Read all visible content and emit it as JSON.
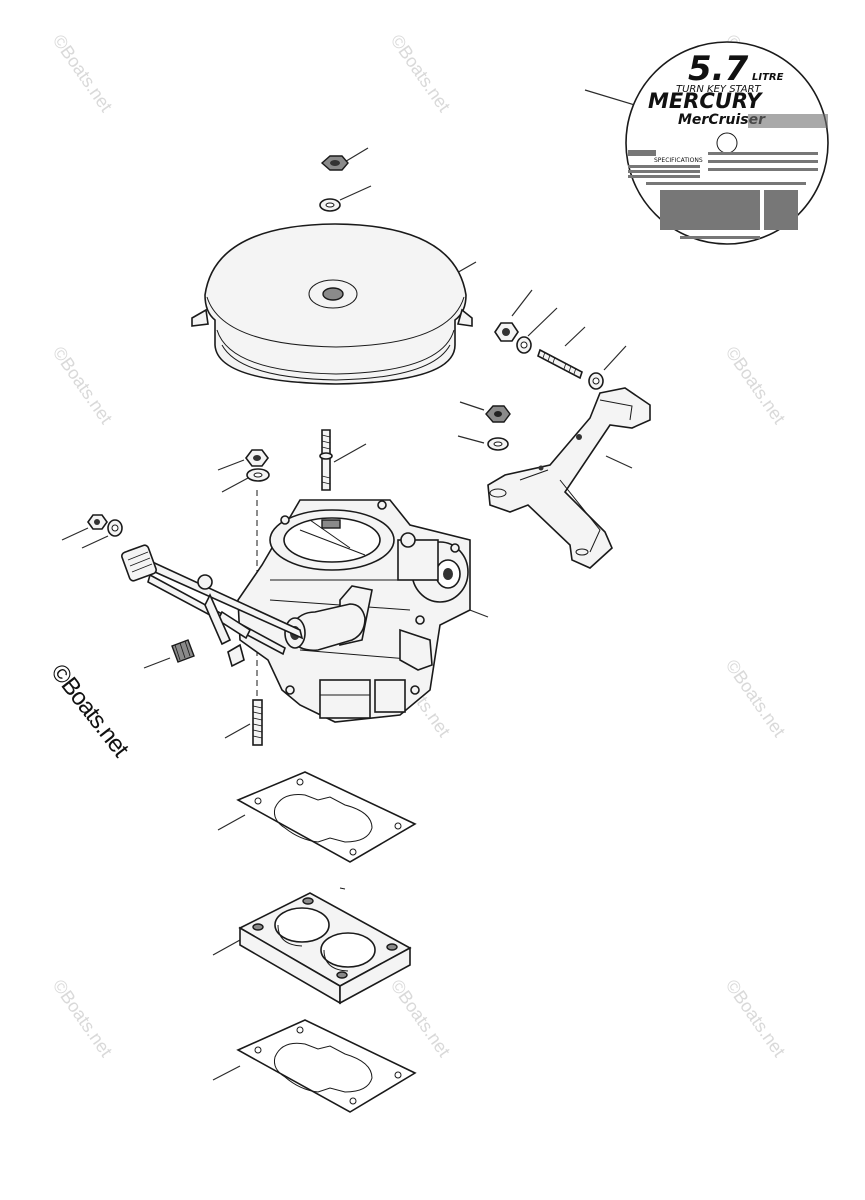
{
  "watermark": {
    "text": "©Boats.net",
    "main_text": "©Boats.net"
  },
  "cd_label": {
    "displacement": "5.7",
    "unit": "LITRE",
    "tagline": "TURN KEY START",
    "brand": "MERCURY",
    "sub_brand": "MerCruiser",
    "specs_heading": "SPECIFICATIONS"
  },
  "colors": {
    "line": "#1a1a1a",
    "watermark": "#d9d9d9",
    "background": "#ffffff"
  }
}
